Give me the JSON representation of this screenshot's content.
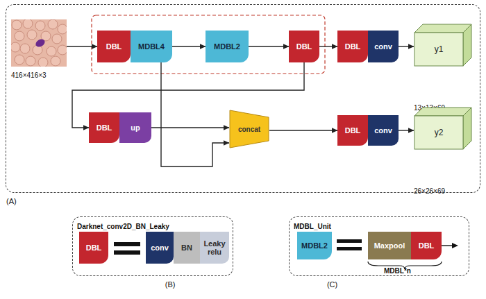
{
  "diagram": {
    "nodes": [
      {
        "text": [
          "(A)"
        ]
      },
      {
        "text": [
          "416×416×3"
        ],
        "in": 0
      },
      {
        "text": [
          "DBL"
        ],
        "in": 0
      },
      {
        "text": [
          "MDBL4"
        ],
        "in": 0
      },
      {
        "text": [
          "MDBL2"
        ],
        "in": 0
      },
      {
        "text": [
          "DBL"
        ],
        "in": 0
      },
      {
        "text": [
          "DBL"
        ],
        "in": 0
      },
      {
        "text": [
          "conv"
        ],
        "in": 0
      },
      {
        "text": [
          "y1",
          "13×13×69"
        ],
        "in": 0
      },
      {
        "text": [
          "DBL"
        ],
        "in": 0
      },
      {
        "text": [
          "up"
        ],
        "in": 0
      },
      {
        "text": [
          "concat"
        ],
        "in": 0
      },
      {
        "text": [
          "DBL"
        ],
        "in": 0
      },
      {
        "text": [
          "conv"
        ],
        "in": 0
      },
      {
        "text": [
          "y2",
          "26×26×69"
        ],
        "in": 0
      },
      {
        "text": [
          "Darknet_conv2D_BN_Leaky",
          "(B)"
        ]
      },
      {
        "text": [
          "DBL"
        ],
        "in": 15
      },
      {
        "text": [
          "conv"
        ],
        "in": 15
      },
      {
        "text": [
          "BN"
        ],
        "in": 15
      },
      {
        "text": [
          "Leaky relu"
        ],
        "in": 15
      },
      {
        "text": [
          "MDBL_Unit",
          "(C)"
        ]
      },
      {
        "text": [
          "MDBL2"
        ],
        "in": 20
      },
      {
        "text": [
          "Maxpool"
        ],
        "in": 20
      },
      {
        "text": [
          "DBL"
        ],
        "in": 20
      }
    ],
    "edges": [
      {
        "from": 1,
        "to": 2,
        "arrow": "to"
      },
      {
        "from": 3,
        "to": 4,
        "arrow": "to"
      },
      {
        "from": 4,
        "to": 5,
        "arrow": "to"
      },
      {
        "from": 5,
        "to": 6,
        "arrow": "to"
      },
      {
        "from": 7,
        "to": 8,
        "arrow": "to"
      },
      {
        "from": 5,
        "to": 9,
        "arrow": "to"
      },
      {
        "from": 10,
        "to": 11,
        "arrow": "to"
      },
      {
        "from": 3,
        "to": 11,
        "arrow": "to"
      },
      {
        "from": 11,
        "to": 12,
        "arrow": "to"
      },
      {
        "from": 13,
        "to": 14,
        "arrow": "to"
      }
    ],
    "labels": [
      "MDBL*n"
    ]
  }
}
